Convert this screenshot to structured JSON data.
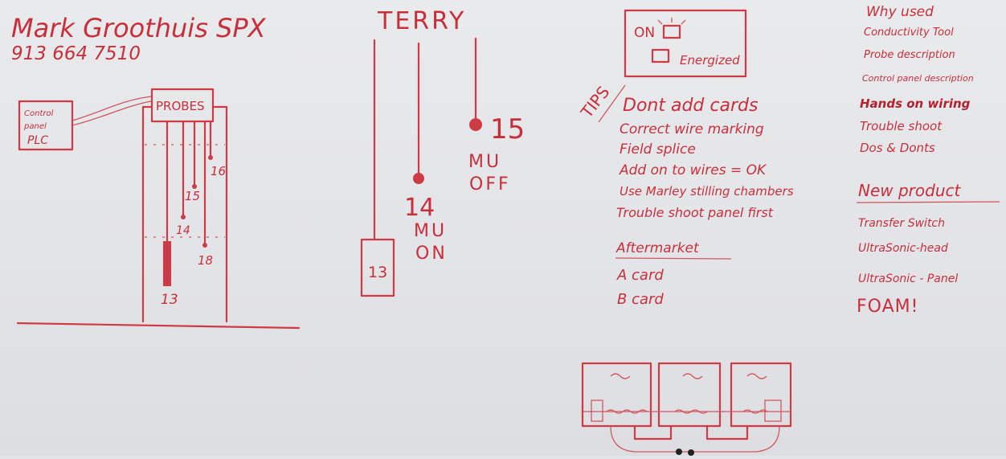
{
  "header": {
    "name": "Mark Groothuis SPX",
    "phone": "913 664 7510",
    "title_center": "TERRY"
  },
  "left_diagram": {
    "control_panel_lines": [
      "Control",
      "panel",
      "PLC"
    ],
    "probes_label": "PROBES",
    "probe_numbers": [
      "16",
      "15",
      "14",
      "18",
      "13"
    ]
  },
  "middle_diagram": {
    "box_label": "13",
    "probe_14": {
      "number": "14",
      "line1": "MU",
      "line2": "ON"
    },
    "probe_15": {
      "number": "15",
      "line1": "MU",
      "line2": "OFF"
    }
  },
  "status_box": {
    "on_label": "ON",
    "energized_label": "Energized"
  },
  "tips": {
    "heading": "TIPS",
    "items": [
      "Dont add cards",
      "Correct wire marking",
      "Field splice",
      "Add on to wires = OK",
      "Use Marley stilling chambers",
      "Trouble shoot panel first"
    ],
    "aftermarket_heading": "Aftermarket",
    "aftermarket_items": [
      "A card",
      "B card"
    ]
  },
  "right_column": {
    "items_top": [
      "Why used",
      "Conductivity Tool",
      "Probe description",
      "Control panel description",
      "Hands on wiring",
      "Trouble shoot",
      "Dos & Donts"
    ],
    "new_product_heading": "New product",
    "new_product_items": [
      "Transfer Switch",
      "UltraSonic-head",
      "UltraSonic - Panel",
      "FOAM!"
    ]
  },
  "colors": {
    "ink": "#cf3b45",
    "board": "#e6e7ea"
  }
}
